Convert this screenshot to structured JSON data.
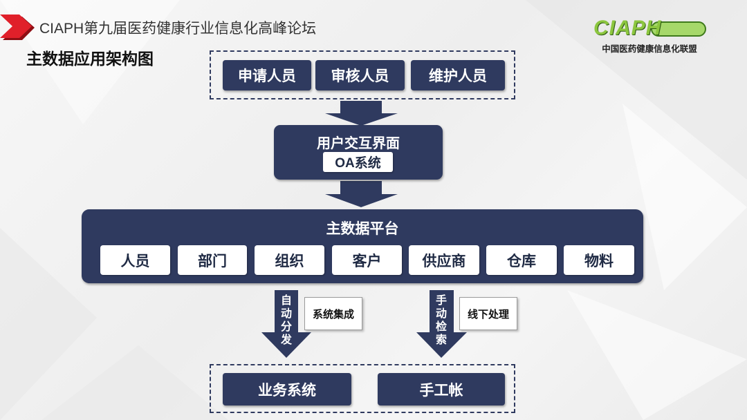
{
  "header": {
    "event_title": "CIAPH第九届医药健康行业信息化高峰论坛",
    "slide_title": "主数据应用架构图"
  },
  "logo": {
    "mark": "CIAPH",
    "org_name": "中国医药健康信息化联盟"
  },
  "roles": [
    "申请人员",
    "审核人员",
    "维护人员"
  ],
  "interface": {
    "title": "用户交互界面",
    "system": "OA系统"
  },
  "platform": {
    "title": "主数据平台",
    "items": [
      "人员",
      "部门",
      "组织",
      "客户",
      "供应商",
      "仓库",
      "物料"
    ]
  },
  "flows": [
    {
      "arrow_label": "自动分发",
      "box_label": "系统集成"
    },
    {
      "arrow_label": "手动检索",
      "box_label": "线下处理"
    }
  ],
  "targets": [
    "业务系统",
    "手工帐"
  ],
  "colors": {
    "navy": "#2f3a5f",
    "accent_red": "#e0202a",
    "logo_green": "#8cc63f"
  }
}
